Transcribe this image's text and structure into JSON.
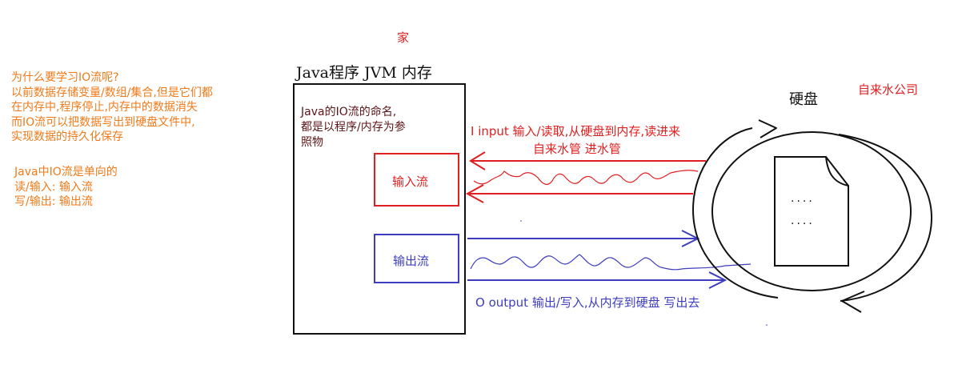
{
  "left_note": {
    "lines": [
      "为什么要学习IO流呢?",
      "以前数据存储变量/数组/集合,但是它们都",
      "在内存中,程序停止,内存中的数据消失",
      "而IO流可以把数据写出到硬盘文件中,",
      "实现数据的持久化保存"
    ],
    "direction_title": "Java中IO流是单向的",
    "read_line": "读/输入: 输入流",
    "write_line": "写/输出: 输出流"
  },
  "home_label": "家",
  "program_title": "Java程序  JVM  内存",
  "program_box": {
    "note_lines": [
      "Java的IO流的命名,",
      "都是以程序/内存为参",
      "照物"
    ],
    "input_stream_label": "输入流",
    "output_stream_label": "输出流"
  },
  "input_caption": {
    "line1": "I input 输入/读取,从硬盘到内存,读进来",
    "line2": "自来水管 进水管"
  },
  "output_caption": "O output 输出/写入,从内存到硬盘 写出去",
  "disk_label": "硬盘",
  "water_company_label": "自来水公司",
  "file_dots": [
    "....",
    "...."
  ],
  "colors": {
    "orange": "#f07a1a",
    "red": "#e02020",
    "blue": "#3d3dbf",
    "black": "#111111"
  }
}
